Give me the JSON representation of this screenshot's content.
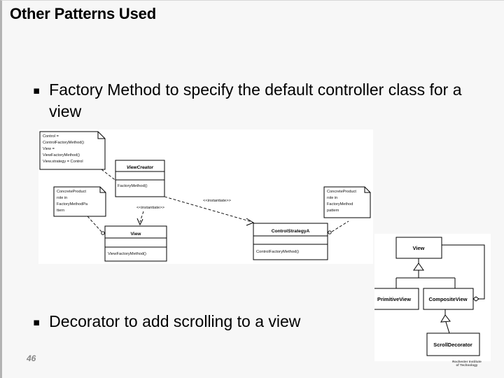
{
  "slide": {
    "title": "Other Patterns Used",
    "page_number": "46",
    "footer_logo_line1": "Rochester Institute",
    "footer_logo_line2": "of Technology",
    "background_color": "#f7f7f7",
    "text_color": "#000000",
    "page_number_color": "#888888"
  },
  "bullets": [
    {
      "marker": "▪",
      "text": "Factory Method to specify the default controller class for a view"
    },
    {
      "marker": "▪",
      "text": "Decorator to add scrolling to a view"
    }
  ],
  "diagrams": [
    {
      "name": "factory-method-diagram",
      "note": {
        "lines": [
          "Control =",
          "ControlFactoryMethod()",
          "View =",
          "ViewFactoryMethod()",
          "View.strategy = Control"
        ]
      },
      "notes_role": [
        {
          "lines": [
            "ConcreteProduct",
            "role in",
            "FactoryMethodPa",
            "ttern"
          ]
        },
        {
          "lines": [
            "ConcreteProduct",
            "role in",
            "FactoryMethod",
            "pattern"
          ]
        }
      ],
      "classes": [
        {
          "name": "ViewCreator",
          "italic": true,
          "operations": [
            "FactoryMethod()"
          ]
        },
        {
          "name": "View",
          "italic": false,
          "operations": [
            "ViewFactoryMethod()"
          ]
        },
        {
          "name": "ControlStrategyA",
          "italic": false,
          "operations": [
            "ControlFactoryMethod()"
          ]
        }
      ],
      "stereotypes": [
        "<<instantiate>>",
        "<<instantiate>>"
      ]
    },
    {
      "name": "decorator-diagram",
      "classes": [
        {
          "name": "View"
        },
        {
          "name": "PrimitiveView"
        },
        {
          "name": "CompositeView"
        },
        {
          "name": "ScrollDecorator"
        }
      ]
    }
  ]
}
